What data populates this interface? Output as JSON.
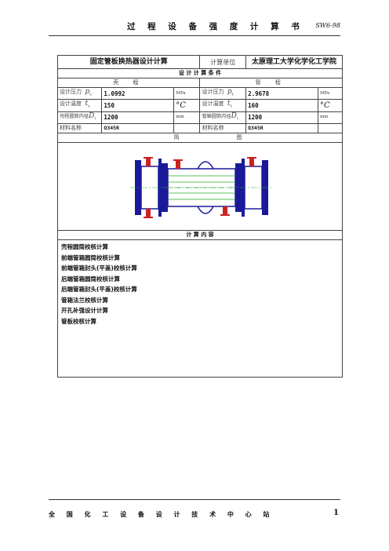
{
  "header": {
    "title": "过 程 设 备 强 度 计 算 书",
    "code": "SW6-98"
  },
  "form": {
    "title": "固定管板换热器设计计算",
    "unit_label": "计算单位",
    "unit_value": "太原理工大学化学化工学院",
    "conditions_header": "设 计 计 算 条 件",
    "shell_header": "壳 程",
    "tube_header": "管 程",
    "shell": {
      "pressure_label": "设计压力",
      "pressure_symbol": "p",
      "pressure_sub": "s",
      "pressure_value": "1.0992",
      "pressure_unit": "MPa",
      "temp_label": "设计温度",
      "temp_symbol": "t",
      "temp_sub": "s",
      "temp_value": "150",
      "temp_unit": "°C",
      "diameter_label": "壳程圆筒内径",
      "diameter_symbol": "D",
      "diameter_sub": "i",
      "diameter_value": "1200",
      "diameter_unit": "mm",
      "material_label": "材料名称",
      "material_value": "Q345R"
    },
    "tube": {
      "pressure_label": "设计压力",
      "pressure_symbol": "p",
      "pressure_sub": "t",
      "pressure_value": "2.9678",
      "pressure_unit": "MPa",
      "temp_label": "设计温度",
      "temp_symbol": "t",
      "temp_sub": "t",
      "temp_value": "160",
      "temp_unit": "°C",
      "diameter_label": "管箱圆筒内径",
      "diameter_symbol": "D",
      "diameter_sub": "i",
      "diameter_value": "1200",
      "diameter_unit": "mm",
      "material_label": "材料名称",
      "material_value": "Q345R"
    },
    "diagram_header_left": "简",
    "diagram_header_right": "图",
    "calc_header": "计 算 内 容",
    "calc_items": [
      "壳程圆筒校核计算",
      "前端管箱圆筒校核计算",
      "前端管箱封头(平盖)校核计算",
      "后端管箱圆筒校核计算",
      "后端管箱封头(平盖)校核计算",
      "管箱法兰校核计算",
      "开孔补强设计计算",
      "管板校核计算"
    ]
  },
  "footer": {
    "org": "全 国 化 工 设 备 设 计 技 术 中 心 站",
    "page": "1"
  },
  "colors": {
    "steel": "#1a1a99",
    "tube_green": "#22aa22",
    "nozzle_red": "#cc2222",
    "centerline": "#33aa33"
  }
}
